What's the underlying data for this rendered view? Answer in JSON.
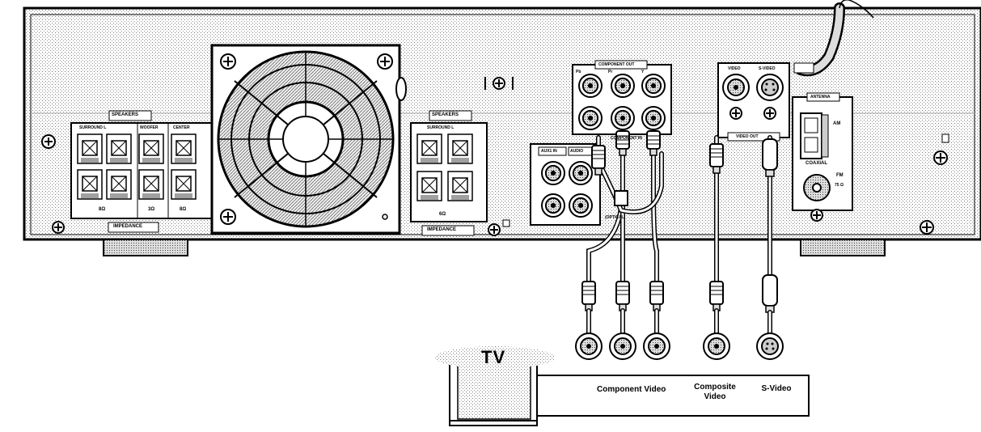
{
  "unit": {
    "speakers_left": {
      "title": "SPEAKERS",
      "channels": [
        "SURROUND L",
        "WOOFER",
        "CENTER"
      ],
      "ohm": [
        "8Ω",
        "3Ω",
        "8Ω"
      ],
      "impedance": "IMPEDANCE"
    },
    "speakers_right": {
      "title": "SPEAKERS",
      "channel": "SURROUND L",
      "ohm": "6Ω",
      "impedance": "IMPEDANCE"
    },
    "component_out": {
      "title": "COMPONENT OUT",
      "pb": "Pb",
      "pr": "Pr",
      "y": "Y",
      "component_in": "COMPONENT IN"
    },
    "aux": {
      "aux1": "AUX1 IN",
      "aux2": "AUDIO"
    },
    "optical": "(OPTICAL)",
    "video_out": {
      "video": "VIDEO",
      "svideo": "S-VIDEO",
      "title": "VIDEO OUT"
    },
    "antenna": {
      "title": "ANTENNA",
      "am": "AM",
      "coaxial": "COAXIAL",
      "fm": "FM",
      "ohm": "75 Ω"
    }
  },
  "tv": {
    "label": "TV",
    "connections": [
      "Component Video",
      "Composite Video",
      "S-Video"
    ]
  }
}
